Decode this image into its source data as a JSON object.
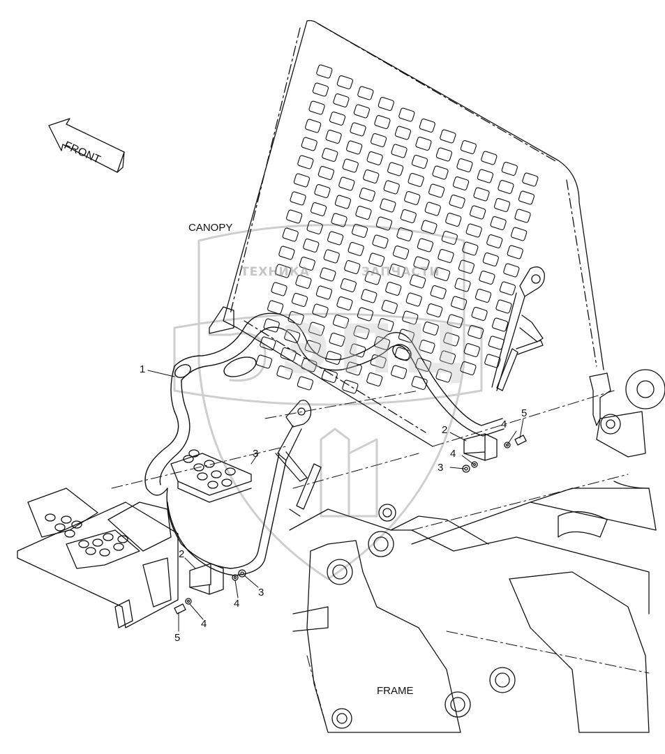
{
  "labels": {
    "front": "FRONT",
    "canopy": "CANOPY",
    "frame": "FRAME"
  },
  "callouts": [
    {
      "id": "c1",
      "text": "1"
    },
    {
      "id": "c2a",
      "text": "2"
    },
    {
      "id": "c2b",
      "text": "2"
    },
    {
      "id": "c3a",
      "text": "3"
    },
    {
      "id": "c3b",
      "text": "3"
    },
    {
      "id": "c3c",
      "text": "3"
    },
    {
      "id": "c4a",
      "text": "4"
    },
    {
      "id": "c4b",
      "text": "4"
    },
    {
      "id": "c4c",
      "text": "4"
    },
    {
      "id": "c4d",
      "text": "4"
    },
    {
      "id": "c5a",
      "text": "5"
    },
    {
      "id": "c5b",
      "text": "5"
    }
  ],
  "watermark": {
    "left_text": "ТЕХНИКА",
    "right_text": "ЗАПЧАСТИ",
    "logo_text": "ЭПЦ"
  }
}
